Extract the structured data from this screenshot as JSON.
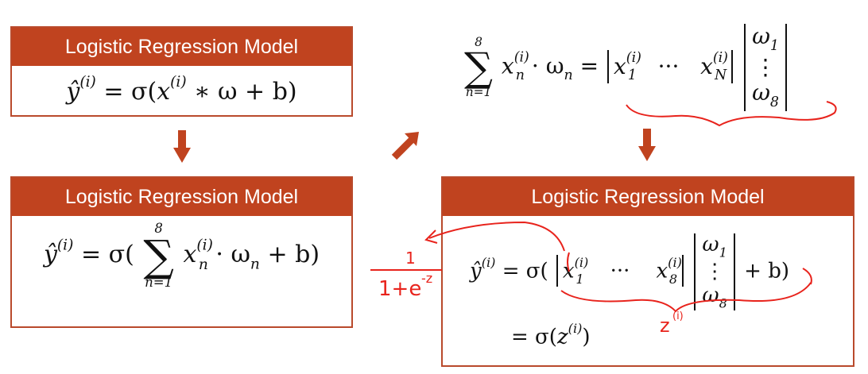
{
  "colors": {
    "header_bg": "#c0431f",
    "border": "#b94a2c",
    "arrow": "#c0431f",
    "ink": "#e8231c"
  },
  "box1": {
    "title": "Logistic Regression Model",
    "eq": {
      "lhs": "ŷ",
      "sup_i": "(i)",
      "eq_sign": "=",
      "sigma": "σ(",
      "x": "x",
      "op": " ∗ ω + b)"
    }
  },
  "box2": {
    "title": "Logistic Regression Model",
    "eq": {
      "lhs": "ŷ",
      "sup_i": "(i)",
      "eq_sign": "= σ(",
      "sum_top": "8",
      "sum_sym": "∑",
      "sum_bottom": "n=1",
      "x": "x",
      "sub_n": "n",
      "rest": "· ω",
      "rest_sub": "n",
      "tail": " + b)"
    }
  },
  "topRight": {
    "sum_top": "8",
    "sum_sym": "∑",
    "sum_bottom": "n=1",
    "x": "x",
    "sup_i": "(i)",
    "sub_n": "n",
    "dot": "· ω",
    "w_sub": "n",
    "eq_sign": "=",
    "row": {
      "x1": "x",
      "x1_sub": "1",
      "dots": "···",
      "xN": "x",
      "xN_sub": "N"
    },
    "col": {
      "w1": "ω",
      "w1_sub": "1",
      "vdots": "⋮",
      "w8": "ω",
      "w8_sub": "8"
    }
  },
  "box3": {
    "title": "Logistic Regression Model",
    "line1": {
      "lhs": "ŷ",
      "sup_i": "(i)",
      "eq_sign": "= σ(",
      "row": {
        "x1": "x",
        "x1_sub": "1",
        "dots": "···",
        "x8": "x",
        "x8_sub": "8"
      },
      "col": {
        "w1": "ω",
        "w1_sub": "1",
        "vdots": "⋮",
        "w8": "ω",
        "w8_sub": "8"
      },
      "tail": "+ b)"
    },
    "line2": {
      "eq_sign": "= σ(",
      "z": "z",
      "sup_i": "(i)",
      "close": ")"
    }
  },
  "annotations": {
    "one": "1",
    "denominator": "1+e",
    "exp": "-z",
    "z_label": "z",
    "z_sup": "(i)"
  }
}
